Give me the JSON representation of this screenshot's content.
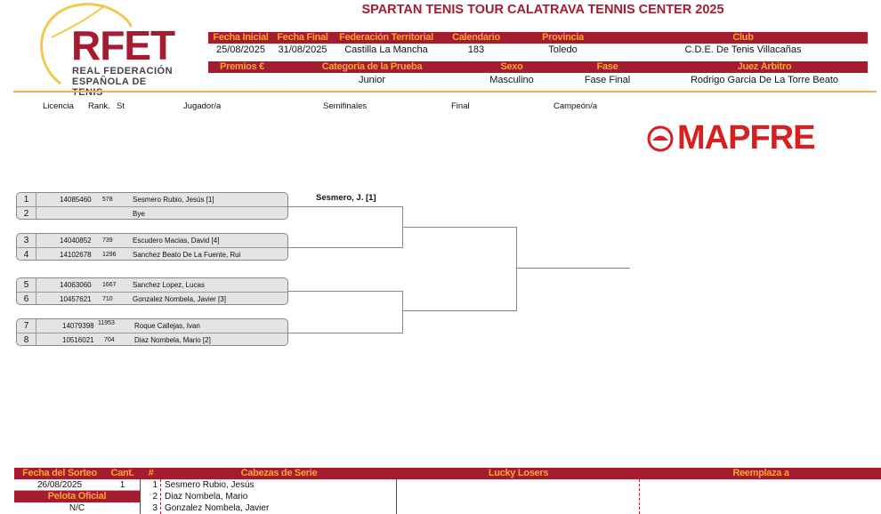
{
  "title": "SPARTAN TENIS TOUR CALATRAVA TENNIS CENTER 2025",
  "logo": {
    "main": "RFET",
    "line1": "REAL FEDERACIÓN",
    "line2": "ESPAÑOLA DE TENIS"
  },
  "sponsor": "MAPFRE",
  "colors": {
    "accent": "#a51c30",
    "header_text": "#f7a530",
    "rule": "#f0b060"
  },
  "info1": {
    "headers": [
      "Fecha Inicial",
      "Fecha Final",
      "Federación Territorial",
      "Calendario",
      "Provincia",
      "Club"
    ],
    "values": [
      "25/08/2025",
      "31/08/2025",
      "Castilla La Mancha",
      "183",
      "Toledo",
      "C.D.E. De Tenis Villacañas"
    ]
  },
  "info2": {
    "headers": [
      "Premios €",
      "Categoría de la Prueba",
      "Sexo",
      "Fase",
      "Juez Árbitro"
    ],
    "values": [
      "",
      "Junior",
      "Masculino",
      "Fase Final",
      "Rodrigo Garcia De La Torre Beato"
    ]
  },
  "columns": [
    "Licencia",
    "Rank.",
    "St",
    "Jugador/a",
    "Semifinales",
    "Final",
    "Campeón/a"
  ],
  "draw": [
    {
      "n": "1",
      "lic": "14085460",
      "rank": "578",
      "name": "Sesmero Rubio, Jesús [1]"
    },
    {
      "n": "2",
      "lic": "",
      "rank": "",
      "name": "Bye"
    },
    {
      "n": "3",
      "lic": "14040852",
      "rank": "739",
      "name": "Escudero Macias, David [4]"
    },
    {
      "n": "4",
      "lic": "14102678",
      "rank": "1296",
      "name": "Sanchez Beato De La Fuente, Rui"
    },
    {
      "n": "5",
      "lic": "14063060",
      "rank": "1667",
      "name": "Sanchez Lopez, Lucas"
    },
    {
      "n": "6",
      "lic": "10457621",
      "rank": "710",
      "name": "Gonzalez Nombela, Javier [3]"
    },
    {
      "n": "7",
      "lic": "14079398",
      "rank": "11953",
      "name": "Roque Callejas, Ivan"
    },
    {
      "n": "8",
      "lic": "10516021",
      "rank": "704",
      "name": "Diaz Nombela, Mario [2]"
    }
  ],
  "semis": [
    "Sesmero, J. [1]",
    "",
    "",
    ""
  ],
  "footer": {
    "fecha_label": "Fecha del Sorteo",
    "fecha": "26/08/2025",
    "cant_label": "Cant.",
    "cant": "1",
    "pelota_label": "Pelota Oficial",
    "pelota": "N/C",
    "hash": "#",
    "seeds_label": "Cabezas de Serie",
    "lucky_label": "Lucky Losers",
    "reemplaza_label": "Reemplaza a",
    "seeds": [
      {
        "n": "1",
        "name": "Sesmero Rubio, Jesús"
      },
      {
        "n": "2",
        "name": "Diaz Nombela, Mario"
      },
      {
        "n": "3",
        "name": "Gonzalez Nombela, Javier"
      }
    ]
  }
}
